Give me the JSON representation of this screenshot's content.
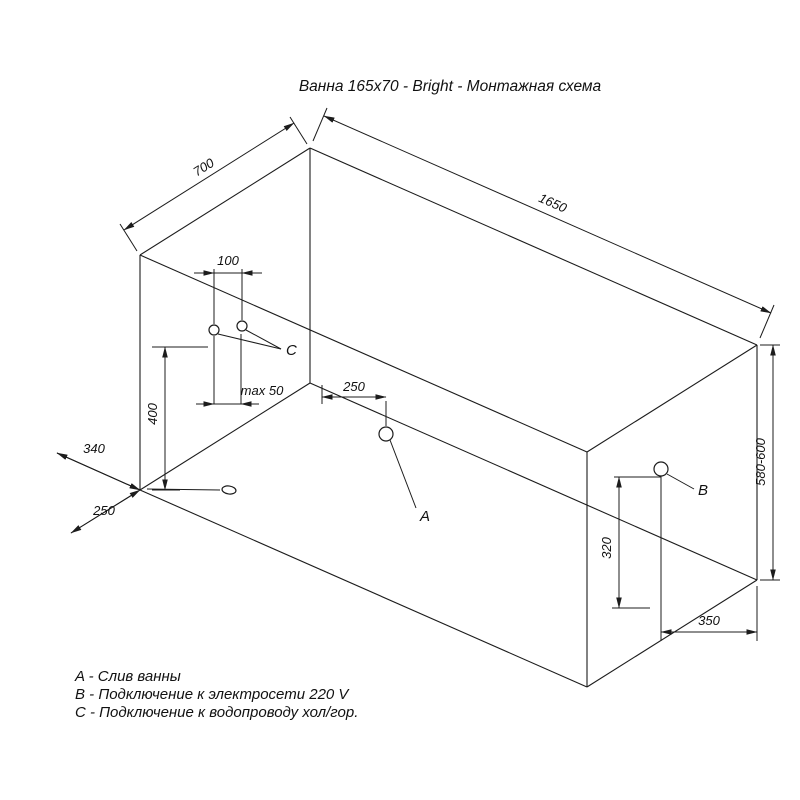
{
  "title": "Ванна 165x70 - Bright - Монтажная схема",
  "dimensions": {
    "top_width": "700",
    "top_length": "1650",
    "right_height": "580-600",
    "pipes_spacing": "100",
    "pipes_wall_offset": "max 50",
    "drain_wall_offset": "250",
    "pipes_height": "400",
    "floor_side": "340",
    "floor_front": "250",
    "socket_height": "320",
    "socket_side_offset": "350"
  },
  "points": {
    "drain_label": "A",
    "socket_label": "B",
    "water_label": "C"
  },
  "legend": {
    "drain": "A - Слив ванны",
    "socket": "B - Подключение к электросети 220 V",
    "water": "C - Подключение к водопроводу хол/гор."
  }
}
